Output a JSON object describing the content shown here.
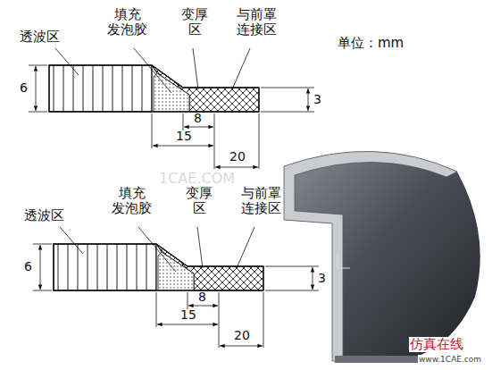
{
  "diagram": {
    "labels": [
      "透波区",
      "填充 发泡胶",
      "变厚 区",
      "与前罩 连接区",
      "单位：mm",
      "6",
      "8",
      "3",
      "15",
      "20",
      "透波区",
      "填充 发泡胶",
      "变厚 区",
      "与前罩 连接区",
      "6",
      "3",
      "8",
      "15",
      "20",
      "1CAE.COM",
      "仿真在线",
      "www.1CAE.com"
    ]
  }
}
